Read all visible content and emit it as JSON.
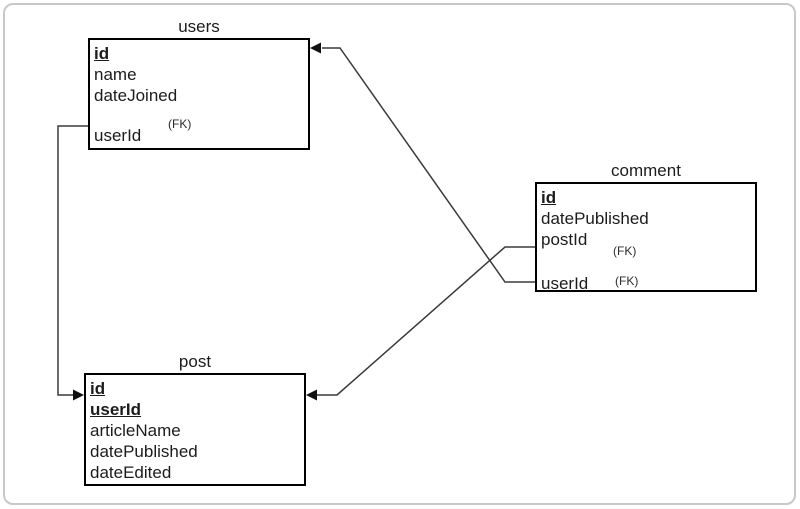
{
  "diagram": {
    "type": "entity-relationship",
    "tables": [
      {
        "name": "users",
        "fields": [
          {
            "name": "id",
            "pk": true
          },
          {
            "name": "name"
          },
          {
            "name": "dateJoined"
          },
          {
            "name": "userId",
            "fk_label": "(FK)"
          }
        ]
      },
      {
        "name": "comment",
        "fields": [
          {
            "name": "id",
            "pk": true
          },
          {
            "name": "datePublished"
          },
          {
            "name": "postId",
            "fk_label": "(FK)"
          },
          {
            "name": "userId",
            "fk_label": "(FK)"
          }
        ]
      },
      {
        "name": "post",
        "fields": [
          {
            "name": "id",
            "pk": true
          },
          {
            "name": "userId",
            "pk": true
          },
          {
            "name": "articleName"
          },
          {
            "name": "datePublished"
          },
          {
            "name": "dateEdited"
          }
        ]
      }
    ],
    "relationships": [
      {
        "from_table": "users",
        "from_field": "userId",
        "to_table": "post",
        "arrow_side": "post-left"
      },
      {
        "from_table": "comment",
        "from_field": "userId",
        "to_table": "users",
        "arrow_side": "users-right"
      },
      {
        "from_table": "comment",
        "from_field": "postId",
        "to_table": "post",
        "arrow_side": "post-right"
      }
    ],
    "colors": {
      "background": "#ffffff",
      "frame_border": "#c8c8c8",
      "table_border": "#000000",
      "line": "#3a3a3a",
      "arrow": "#111111",
      "text": "#1c1c1c"
    }
  }
}
